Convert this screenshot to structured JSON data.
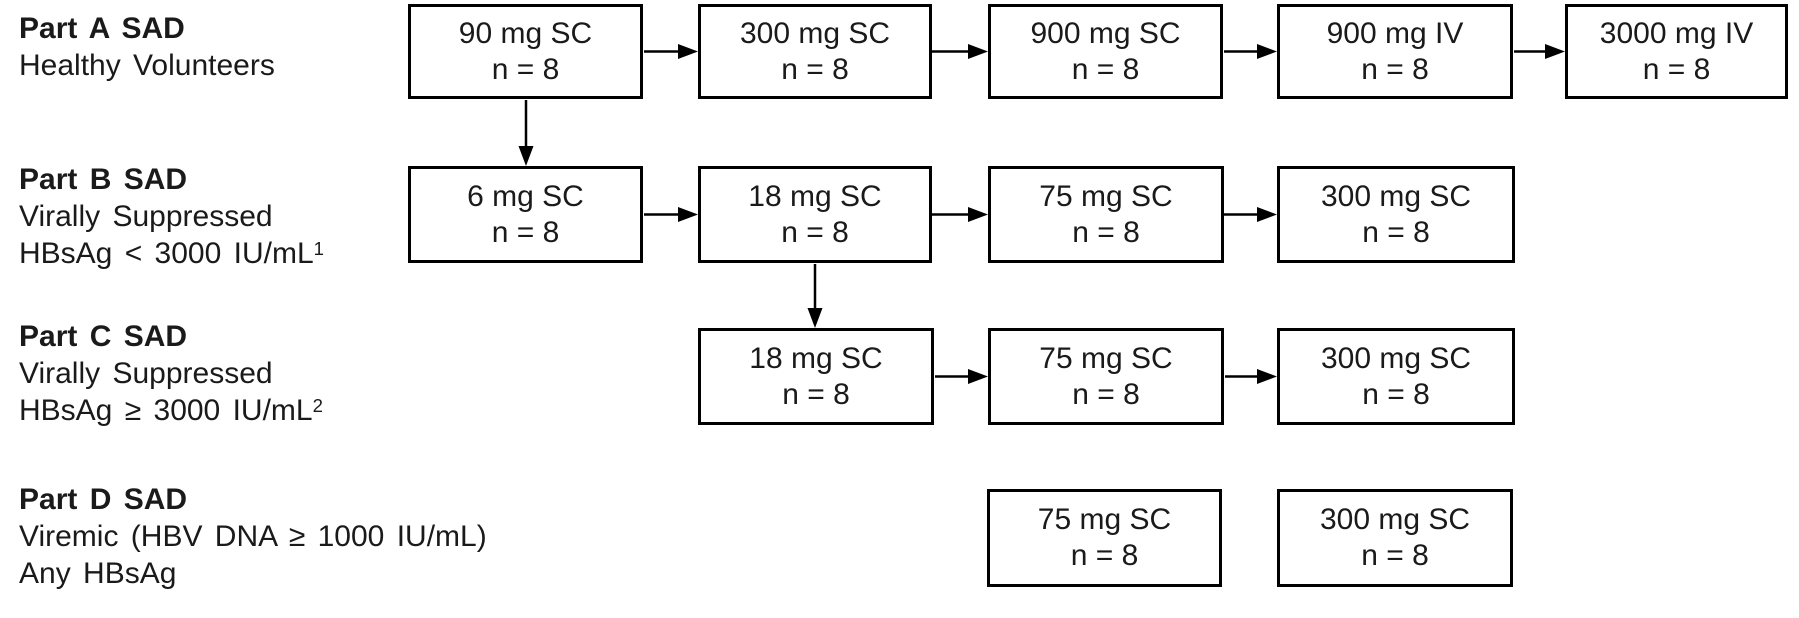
{
  "colors": {
    "background": "#ffffff",
    "line": "#000000",
    "text": "#1a1a1a"
  },
  "parts": [
    {
      "title": "Part A SAD",
      "lines": [
        "Healthy Volunteers"
      ],
      "sup": "",
      "boxes": [
        {
          "dose": "90 mg SC",
          "n": "n = 8"
        },
        {
          "dose": "300 mg SC",
          "n": "n = 8"
        },
        {
          "dose": "900 mg SC",
          "n": "n = 8"
        },
        {
          "dose": "900 mg IV",
          "n": "n = 8"
        },
        {
          "dose": "3000 mg IV",
          "n": "n = 8"
        }
      ]
    },
    {
      "title": "Part B SAD",
      "lines": [
        "Virally Suppressed",
        "HBsAg < 3000 IU/mL"
      ],
      "sup": "1",
      "boxes": [
        {
          "dose": "6 mg SC",
          "n": "n = 8"
        },
        {
          "dose": "18 mg SC",
          "n": "n = 8"
        },
        {
          "dose": "75 mg SC",
          "n": "n = 8"
        },
        {
          "dose": "300 mg SC",
          "n": "n = 8"
        }
      ]
    },
    {
      "title": "Part C SAD",
      "lines": [
        "Virally Suppressed",
        "HBsAg ≥ 3000 IU/mL"
      ],
      "sup": "2",
      "boxes": [
        {
          "dose": "18 mg SC",
          "n": "n = 8"
        },
        {
          "dose": "75 mg SC",
          "n": "n = 8"
        },
        {
          "dose": "300 mg SC",
          "n": "n = 8"
        }
      ]
    },
    {
      "title": "Part D SAD",
      "lines": [
        "Viremic (HBV DNA ≥ 1000 IU/mL)",
        "Any HBsAg"
      ],
      "sup": "",
      "boxes": [
        {
          "dose": "75 mg SC",
          "n": "n = 8"
        },
        {
          "dose": "300 mg SC",
          "n": "n = 8"
        }
      ]
    }
  ],
  "connections": [
    {
      "part": "A",
      "from": "90 mg SC",
      "to": "300 mg SC"
    },
    {
      "part": "A",
      "from": "300 mg SC",
      "to": "900 mg SC"
    },
    {
      "part": "A",
      "from": "900 mg SC",
      "to": "900 mg IV"
    },
    {
      "part": "A",
      "from": "900 mg IV",
      "to": "3000 mg IV"
    },
    {
      "part": "A to B",
      "from": "90 mg SC",
      "to": "6 mg SC"
    },
    {
      "part": "B",
      "from": "6 mg SC",
      "to": "18 mg SC"
    },
    {
      "part": "B",
      "from": "18 mg SC",
      "to": "75 mg SC"
    },
    {
      "part": "B",
      "from": "75 mg SC",
      "to": "300 mg SC"
    },
    {
      "part": "B to C",
      "from": "18 mg SC",
      "to": "18 mg SC"
    },
    {
      "part": "C",
      "from": "18 mg SC",
      "to": "75 mg SC"
    },
    {
      "part": "C",
      "from": "75 mg SC",
      "to": "300 mg SC"
    }
  ]
}
